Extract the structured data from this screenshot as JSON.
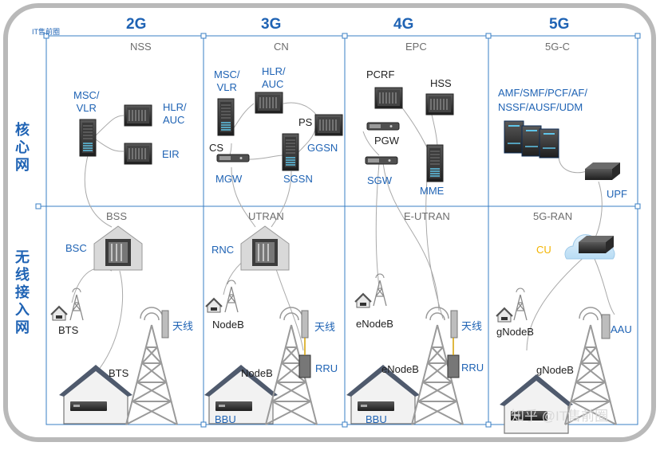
{
  "logo_text": "IT售前圈",
  "generations": [
    "2G",
    "3G",
    "4G",
    "5G"
  ],
  "row_labels": {
    "core": "核心网",
    "access": "无线接入网"
  },
  "core_titles": [
    "NSS",
    "CN",
    "EPC",
    "5G-C"
  ],
  "access_titles": [
    "BSS",
    "UTRAN",
    "E-UTRAN",
    "5G-RAN"
  ],
  "col2g": {
    "msc_vlr": "MSC/\nVLR",
    "hlr_auc": "HLR/\nAUC",
    "eir": "EIR",
    "bsc": "BSC",
    "bts_small": "BTS",
    "bts_big": "BTS",
    "antenna": "天线"
  },
  "col3g": {
    "msc_vlr": "MSC/\nVLR",
    "hlr_auc": "HLR/\nAUC",
    "cs": "CS",
    "ps": "PS",
    "ggsn": "GGSN",
    "mgw": "MGW",
    "sgsn": "SGSN",
    "rnc": "RNC",
    "nodeb_small": "NodeB",
    "nodeb_big": "NodeB",
    "antenna": "天线",
    "rru": "RRU",
    "bbu": "BBU"
  },
  "col4g": {
    "pcrf": "PCRF",
    "hss": "HSS",
    "pgw": "PGW",
    "sgw": "SGW",
    "mme": "MME",
    "enodeb_small": "eNodeB",
    "enodeb_big": "eNodeB",
    "antenna": "天线",
    "rru": "RRU",
    "bbu": "BBU"
  },
  "col5g": {
    "core_nf": "AMF/SMF/PCF/AF/\nNSSF/AUSF/UDM",
    "upf": "UPF",
    "cu": "CU",
    "gnodeb_small": "gNodeB",
    "gnodeb_big": "gNodeB",
    "aau": "AAU"
  },
  "watermark": "知乎 @IT售前圈",
  "colors": {
    "accent": "#1f63b4",
    "frame": "#b9b9b9",
    "grid": "#3a7fc4",
    "cu": "#f3b400"
  }
}
